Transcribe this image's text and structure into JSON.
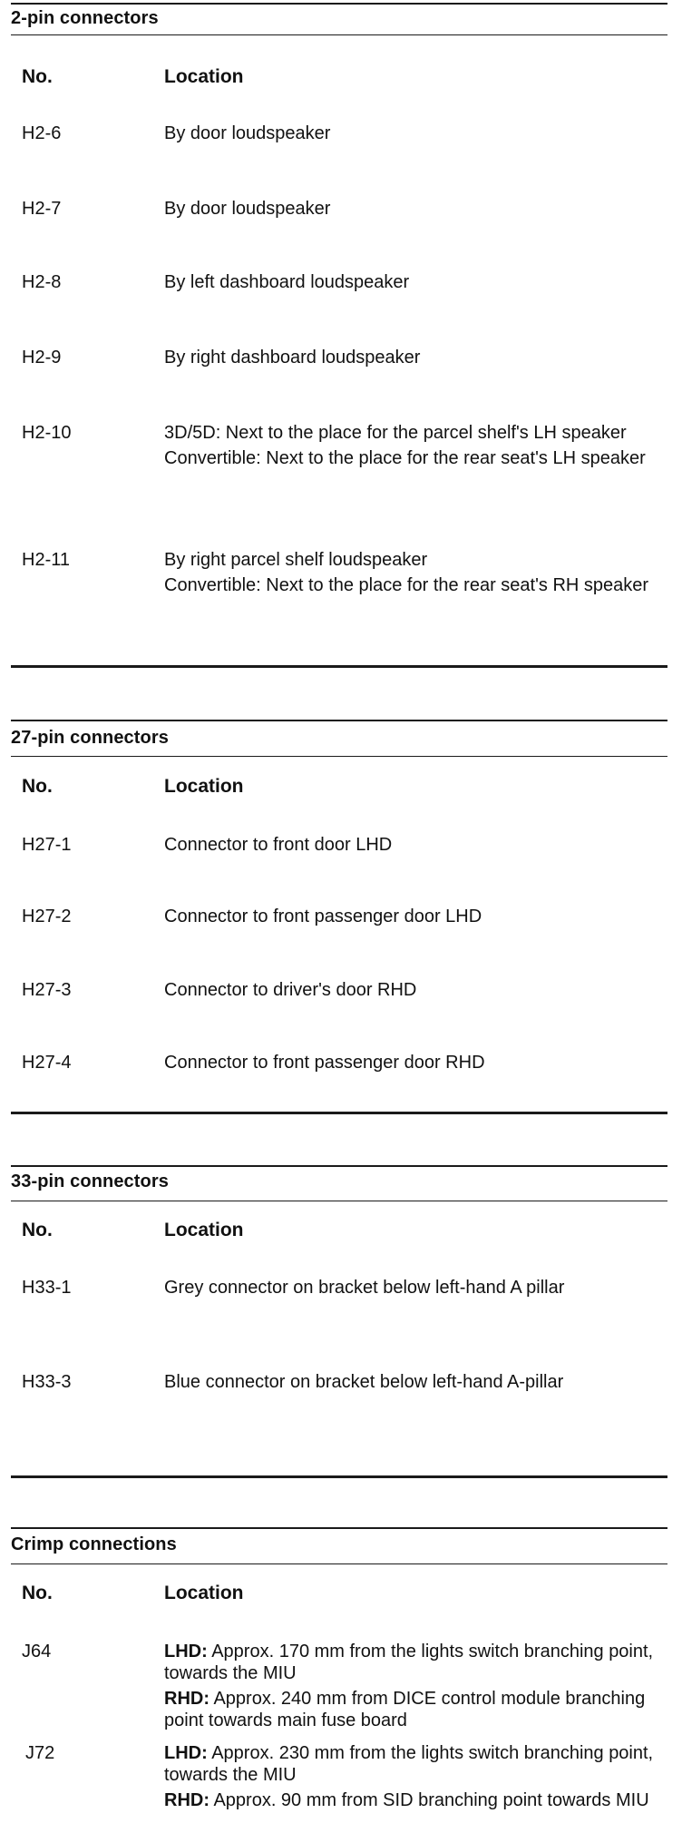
{
  "sections": [
    {
      "title": "2-pin connectors",
      "col_no": "No.",
      "col_location": "Location",
      "rows": [
        {
          "no": "H2-6",
          "lines": [
            {
              "prefix": "",
              "text": "By door loudspeaker"
            }
          ]
        },
        {
          "no": "H2-7",
          "lines": [
            {
              "prefix": "",
              "text": "By door loudspeaker"
            }
          ]
        },
        {
          "no": "H2-8",
          "lines": [
            {
              "prefix": "",
              "text": "By left dashboard loudspeaker"
            }
          ]
        },
        {
          "no": "H2-9",
          "lines": [
            {
              "prefix": "",
              "text": "By right dashboard loudspeaker"
            }
          ]
        },
        {
          "no": "H2-10",
          "lines": [
            {
              "prefix": "",
              "text": "3D/5D: Next to the place for the parcel shelf's LH speaker"
            },
            {
              "prefix": "",
              "text": "Convertible: Next to the place for the rear seat's LH speaker"
            }
          ]
        },
        {
          "no": "H2-11",
          "lines": [
            {
              "prefix": "",
              "text": "By right parcel shelf loudspeaker"
            },
            {
              "prefix": "",
              "text": "Convertible: Next to the place for the rear seat's RH speaker"
            }
          ]
        }
      ]
    },
    {
      "title": "27-pin connectors",
      "col_no": "No.",
      "col_location": "Location",
      "rows": [
        {
          "no": "H27-1",
          "lines": [
            {
              "prefix": "",
              "text": "Connector to front door LHD"
            }
          ]
        },
        {
          "no": "H27-2",
          "lines": [
            {
              "prefix": "",
              "text": "Connector to front passenger door LHD"
            }
          ]
        },
        {
          "no": "H27-3",
          "lines": [
            {
              "prefix": "",
              "text": "Connector to driver's door RHD"
            }
          ]
        },
        {
          "no": "H27-4",
          "lines": [
            {
              "prefix": "",
              "text": "Connector to front passenger door RHD"
            }
          ]
        }
      ]
    },
    {
      "title": "33-pin connectors",
      "col_no": "No.",
      "col_location": "Location",
      "rows": [
        {
          "no": "H33-1",
          "lines": [
            {
              "prefix": "",
              "text": "Grey connector on bracket below left-hand A pillar"
            }
          ]
        },
        {
          "no": "H33-3",
          "lines": [
            {
              "prefix": "",
              "text": "Blue connector on bracket below left-hand A-pillar"
            }
          ]
        }
      ]
    },
    {
      "title": "Crimp connections",
      "col_no": "No.",
      "col_location": "Location",
      "rows": [
        {
          "no": "J64",
          "lines": [
            {
              "prefix": "LHD:",
              "text": "Approx. 170 mm from the lights switch branching point, towards the MIU"
            },
            {
              "prefix": "RHD:",
              "text": "Approx. 240 mm from DICE control module branching point towards main fuse board"
            }
          ]
        },
        {
          "no": "J72",
          "lines": [
            {
              "prefix": "LHD:",
              "text": "Approx. 230 mm from the lights switch branching point, towards the MIU"
            },
            {
              "prefix": "RHD:",
              "text": "Approx. 90 mm from SID branching point towards MIU"
            }
          ]
        }
      ]
    }
  ]
}
